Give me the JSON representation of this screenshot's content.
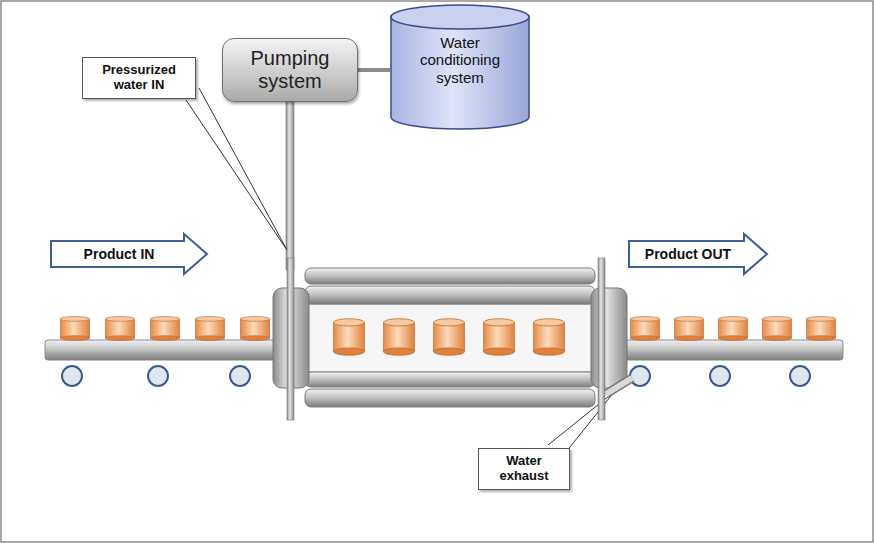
{
  "diagram": {
    "nodes": [
      {
        "text": [
          "Pumping system"
        ]
      },
      {
        "text": [
          "Water conditioning system"
        ]
      },
      {
        "text": [
          "Pressurized water IN"
        ]
      },
      {
        "text": [
          "Product IN"
        ]
      },
      {
        "text": [
          "Product OUT"
        ]
      },
      {
        "text": [
          "Water exhaust"
        ]
      }
    ],
    "edges": [
      {
        "from": 0,
        "to": 1,
        "arrow": "none"
      }
    ]
  }
}
